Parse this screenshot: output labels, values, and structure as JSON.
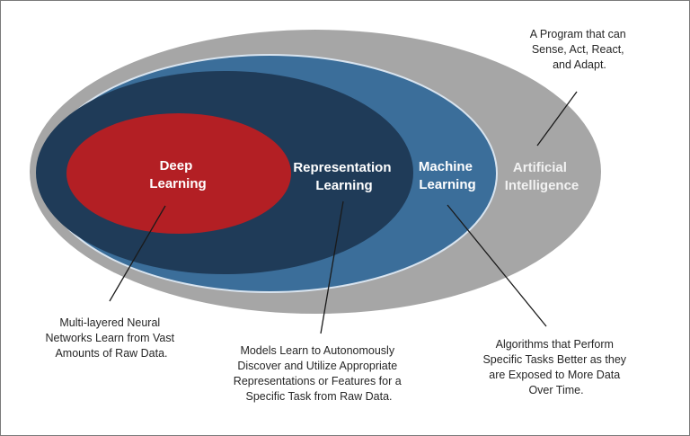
{
  "colors": {
    "artificial_intelligence": "#a6a6a6",
    "machine_learning": "#3b6e9a",
    "representation_learning": "#1f3b58",
    "deep_learning": "#b31f24",
    "ml_rim": "#d9e4ef",
    "leader_line": "#1a1a1a"
  },
  "regions": {
    "deep_learning": {
      "label_lines": [
        "Deep",
        "Learning"
      ],
      "description_lines": [
        "Multi-layered Neural",
        "Networks Learn from Vast",
        "Amounts of Raw Data."
      ]
    },
    "representation_learning": {
      "label_lines": [
        "Representation",
        "Learning"
      ],
      "description_lines": [
        "Models Learn to Autonomously",
        "Discover and Utilize Appropriate",
        "Representations or Features for a",
        "Specific Task from Raw Data."
      ]
    },
    "machine_learning": {
      "label_lines": [
        "Machine",
        "Learning"
      ],
      "description_lines": [
        "Algorithms that Perform",
        "Specific Tasks Better as they",
        "are Exposed to More Data",
        "Over Time."
      ]
    },
    "artificial_intelligence": {
      "label_lines": [
        "Artificial",
        "Intelligence"
      ],
      "description_lines": [
        "A Program that can",
        "Sense, Act, React,",
        "and Adapt."
      ]
    }
  }
}
